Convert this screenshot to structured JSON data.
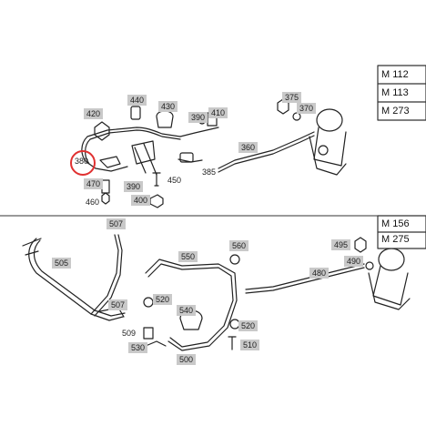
{
  "models_top": [
    "M 112",
    "M 113",
    "M 273"
  ],
  "models_bottom": [
    "M 156",
    "M 275"
  ],
  "highlight_color": "#e03030",
  "label_bg": "#c9c9c9",
  "parts_top": {
    "p420": "420",
    "p440": "440",
    "p430": "430",
    "p390a": "390",
    "p410": "410",
    "p375": "375",
    "p370": "370",
    "p380": "380",
    "p360": "360",
    "p385": "385",
    "p450": "450",
    "p470": "470",
    "p460": "460",
    "p390b": "390",
    "p400": "400"
  },
  "parts_bottom": {
    "p507a": "507",
    "p505": "505",
    "p550": "550",
    "p560": "560",
    "p495": "495",
    "p490": "490",
    "p480": "480",
    "p507b": "507",
    "p520a": "520",
    "p540": "540",
    "p509": "509",
    "p520b": "520",
    "p530": "530",
    "p510": "510",
    "p500": "500"
  }
}
